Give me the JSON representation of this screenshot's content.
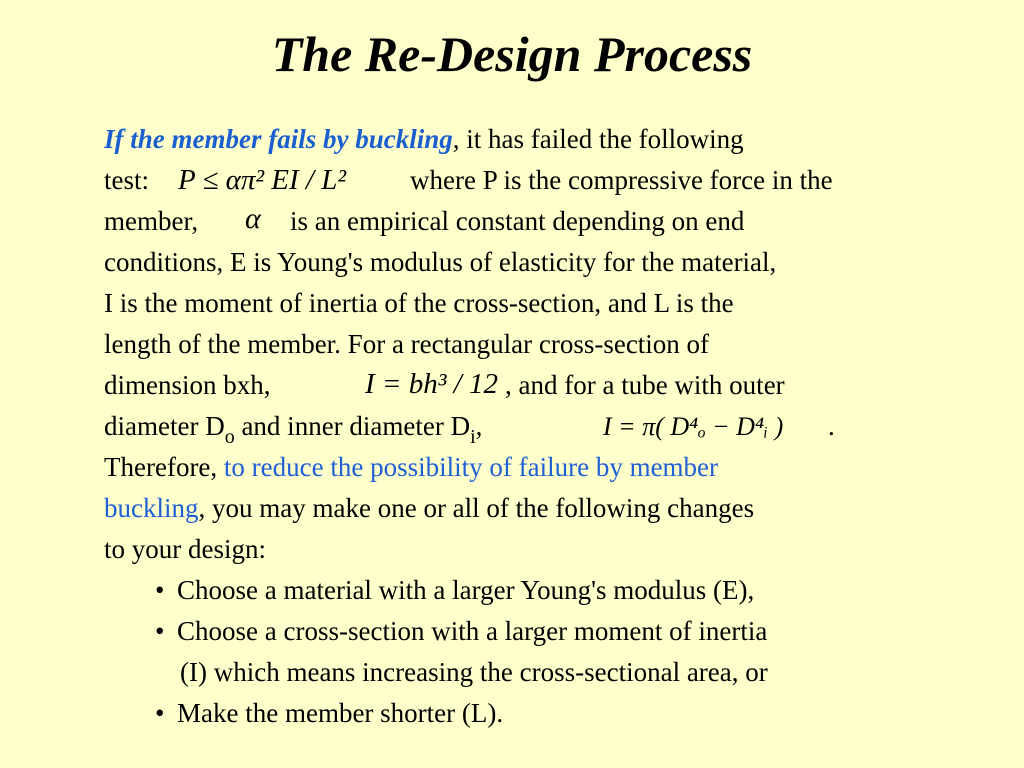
{
  "title": "The Re-Design Process",
  "para": {
    "l1_lead": "If the member fails by buckling",
    "l1_rest": ", it has failed the following",
    "l2_a": "test:",
    "l2_formula": "P ≤ απ² EI / L²",
    "l2_b": "where P is the compressive force in the",
    "l3_a": "member,",
    "l3_alpha": "α",
    "l3_b": "is an empirical constant depending on end",
    "l4": "conditions, E is Young's modulus of elasticity for the material,",
    "l5": "I is the moment of inertia of the cross-section, and L is the",
    "l6": "length of the member.  For a rectangular cross-section of",
    "l7_a": "dimension bxh,",
    "l7_formula": "I = bh³ / 12",
    "l7_b": ", and for a tube with outer",
    "l8_a": "diameter D",
    "l8_sub_o": "o",
    "l8_b": " and inner diameter D",
    "l8_sub_i": "i",
    "l8_c": ",",
    "l8_formula": "I = π( D⁴ₒ − D⁴ᵢ )",
    "l8_end": ".",
    "l9_a": "Therefore, ",
    "l9_blue": "to reduce the possibility of failure by member",
    "l10_blue": "buckling",
    "l10_rest": ", you may make one or all of the following changes",
    "l11": "to your design:"
  },
  "bullets": [
    {
      "lines": [
        "Choose a material with a larger Young's modulus (E),"
      ]
    },
    {
      "lines": [
        "Choose a cross-section with a larger moment of inertia",
        "(I) which means increasing the cross-sectional area, or"
      ]
    },
    {
      "lines": [
        "Make the member shorter (L)."
      ]
    }
  ],
  "bullet_glyph": "•",
  "colors": {
    "background": "#ffffcc",
    "lead_blue": "#1a5ecf",
    "blue_text": "#1f5fd6"
  }
}
